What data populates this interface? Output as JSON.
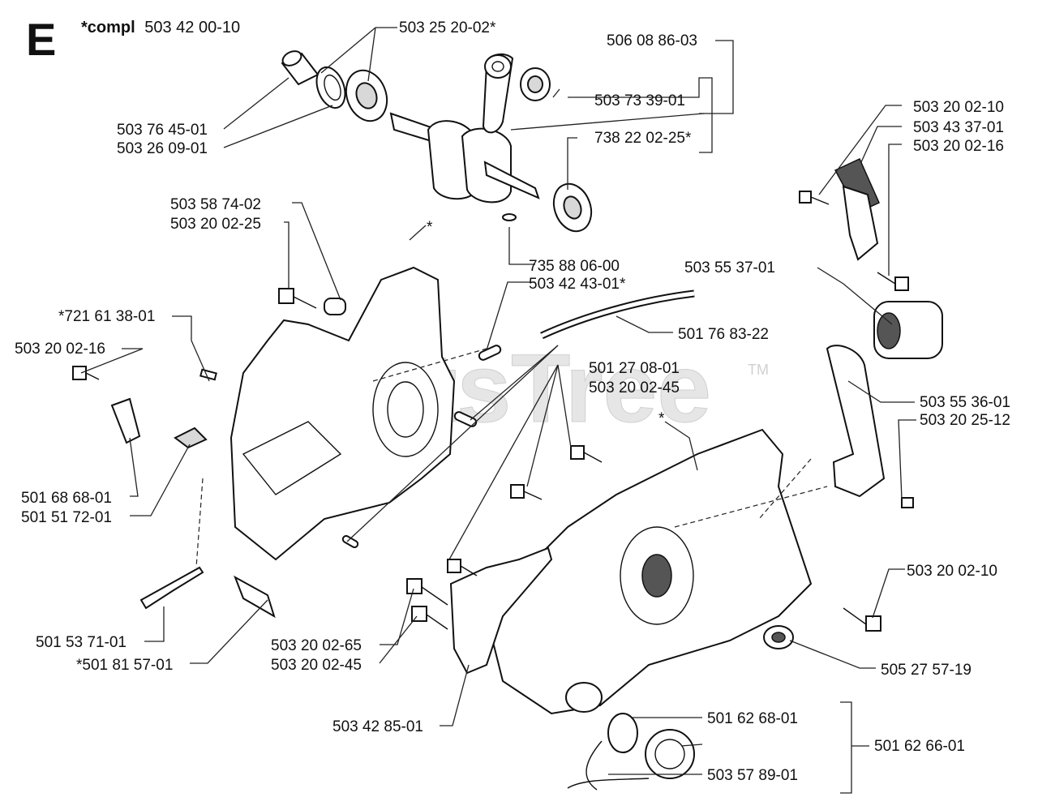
{
  "section_letter": "E",
  "kit_label": {
    "prefix": "*compl",
    "number": "503 42 00-10"
  },
  "watermark": "PartsTree",
  "watermark_tm": "TM",
  "callouts": [
    {
      "id": "p503252002",
      "text": "503 25 20-02*"
    },
    {
      "id": "p506088603",
      "text": "506 08 86-03"
    },
    {
      "id": "p503733901",
      "text": "503 73 39-01"
    },
    {
      "id": "p503764501",
      "text": "503 76 45-01"
    },
    {
      "id": "p503260901",
      "text": "503 26 09-01"
    },
    {
      "id": "p738220225",
      "text": "738 22 02-25*"
    },
    {
      "id": "p503200210a",
      "text": "503 20 02-10"
    },
    {
      "id": "p503433701",
      "text": "503 43 37-01"
    },
    {
      "id": "p503200216a",
      "text": "503 20 02-16"
    },
    {
      "id": "p503587402",
      "text": "503 58 74-02"
    },
    {
      "id": "p503200225",
      "text": "503 20 02-25"
    },
    {
      "id": "star1",
      "text": "*"
    },
    {
      "id": "p735880600",
      "text": "735 88 06-00"
    },
    {
      "id": "p503424301",
      "text": "503 42 43-01*"
    },
    {
      "id": "p503553701",
      "text": "503 55 37-01"
    },
    {
      "id": "p721613801",
      "text": "*721 61 38-01"
    },
    {
      "id": "p501768322",
      "text": "501 76 83-22"
    },
    {
      "id": "p503200216b",
      "text": "503 20 02-16"
    },
    {
      "id": "p501270801",
      "text": "501 27 08-01"
    },
    {
      "id": "p503200245a",
      "text": "503 20 02-45"
    },
    {
      "id": "p503553601",
      "text": "503 55 36-01"
    },
    {
      "id": "p503202512",
      "text": "503 20 25-12"
    },
    {
      "id": "star2",
      "text": "*"
    },
    {
      "id": "p501686801",
      "text": "501 68 68-01"
    },
    {
      "id": "p501517201",
      "text": "501 51 72-01"
    },
    {
      "id": "p503200210b",
      "text": "503 20 02-10"
    },
    {
      "id": "p501537101",
      "text": "501 53 71-01"
    },
    {
      "id": "p503200265",
      "text": "503 20 02-65"
    },
    {
      "id": "p501815701",
      "text": "*501 81 57-01"
    },
    {
      "id": "p503200245b",
      "text": "503 20 02-45"
    },
    {
      "id": "p505275719",
      "text": "505 27 57-19"
    },
    {
      "id": "p503428501",
      "text": "503 42 85-01"
    },
    {
      "id": "p501626801",
      "text": "501 62 68-01"
    },
    {
      "id": "p501626601",
      "text": "501 62 66-01"
    },
    {
      "id": "p503578901",
      "text": "503 57 89-01"
    }
  ]
}
